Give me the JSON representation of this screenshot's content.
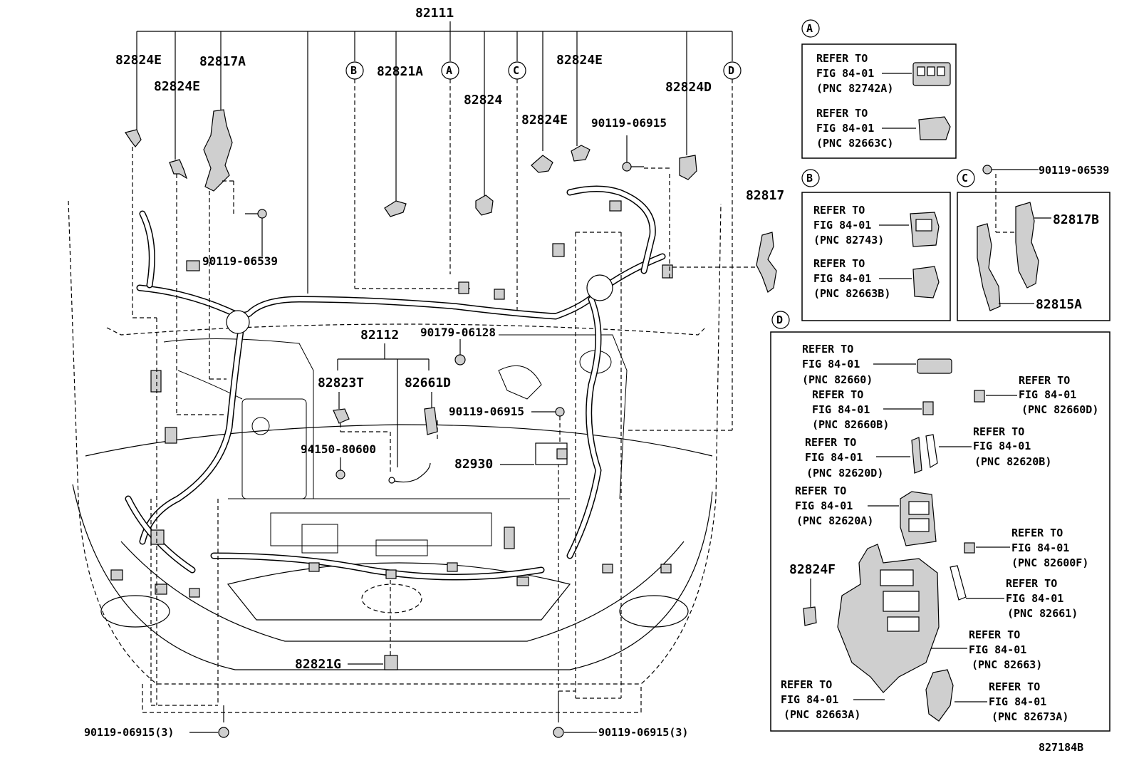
{
  "diagram": {
    "figure_id": "827184B",
    "top_label": "82111",
    "circle_labels": {
      "a": "A",
      "b": "B",
      "c": "C",
      "d": "D"
    },
    "callouts": {
      "c82824E_1": "82824E",
      "c82817A": "82817A",
      "c82824E_2": "82824E",
      "c82821A": "82821A",
      "c82824": "82824",
      "c82824E_3": "82824E",
      "c82824E_4": "82824E",
      "c90119_06915_top": "90119-06915",
      "c82824D": "82824D",
      "c82817": "82817",
      "c90119_06539_left": "90119-06539",
      "c82112": "82112",
      "c90179_06128": "90179-06128",
      "c82823T": "82823T",
      "c82661D": "82661D",
      "c90119_06915_mid": "90119-06915",
      "c94150_80600": "94150-80600",
      "c82930": "82930",
      "c82821G": "82821G",
      "c90119_06915_3_left": "90119-06915(3)",
      "c90119_06915_3_right": "90119-06915(3)"
    },
    "panel_a": {
      "ref1": [
        "REFER TO",
        "FIG 84-01",
        "(PNC 82742A)"
      ],
      "ref2": [
        "REFER TO",
        "FIG 84-01",
        "(PNC 82663C)"
      ]
    },
    "panel_b": {
      "ref1": [
        "REFER TO",
        "FIG 84-01",
        "(PNC 82743)"
      ],
      "ref2": [
        "REFER TO",
        "FIG 84-01",
        "(PNC 82663B)"
      ]
    },
    "panel_c": {
      "bolt": "90119-06539",
      "part1": "82817B",
      "part2": "82815A"
    },
    "panel_d": {
      "r82660": [
        "REFER TO",
        "FIG 84-01",
        "(PNC 82660)"
      ],
      "r82660D": [
        "REFER TO",
        "FIG 84-01",
        "(PNC 82660D)"
      ],
      "r82660B": [
        "REFER TO",
        "FIG 84-01",
        "(PNC 82660B)"
      ],
      "r82620B": [
        "REFER TO",
        "FIG 84-01",
        "(PNC 82620B)"
      ],
      "r82620D": [
        "REFER TO",
        "FIG 84-01",
        "(PNC 82620D)"
      ],
      "r82620A": [
        "REFER TO",
        "FIG 84-01",
        "(PNC 82620A)"
      ],
      "r82600F": [
        "REFER TO",
        "FIG 84-01",
        "(PNC 82600F)"
      ],
      "part82824F": "82824F",
      "r82661": [
        "REFER TO",
        "FIG 84-01",
        "(PNC 82661)"
      ],
      "r82663": [
        "REFER TO",
        "FIG 84-01",
        "(PNC 82663)"
      ],
      "r82663A": [
        "REFER TO",
        "FIG 84-01",
        "(PNC 82663A)"
      ],
      "r82673A": [
        "REFER TO",
        "FIG 84-01",
        "(PNC 82673A)"
      ]
    }
  }
}
